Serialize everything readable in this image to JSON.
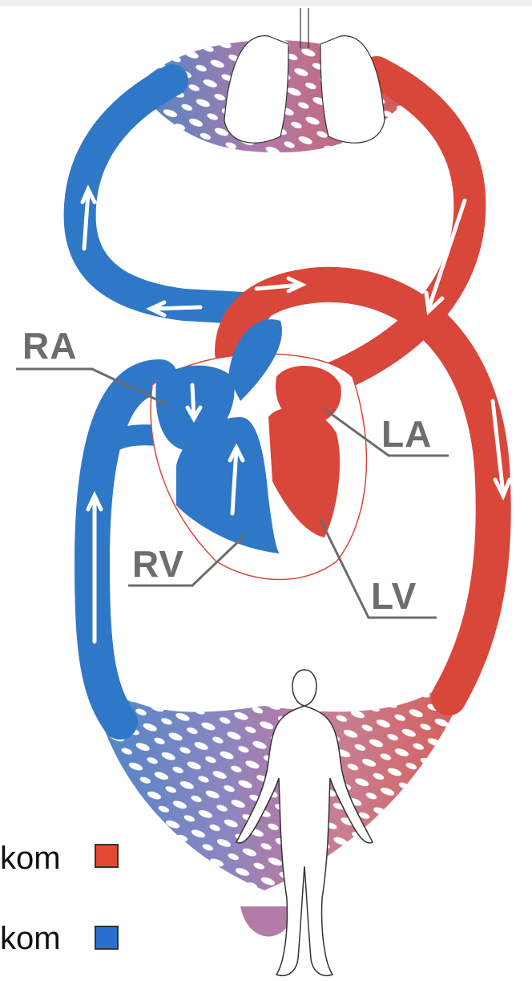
{
  "labels": {
    "ra": "RA",
    "la": "LA",
    "rv": "RV",
    "lv": "LV"
  },
  "legend": [
    {
      "text": "kom",
      "color": "#e24a33"
    },
    {
      "text": "kom",
      "color": "#2a6fd0"
    }
  ],
  "colors": {
    "oxygenated": "#d9463a",
    "deoxygenated": "#2f78c8",
    "mixed": "#b57aa6",
    "label_gray": "#6d6d6d"
  }
}
